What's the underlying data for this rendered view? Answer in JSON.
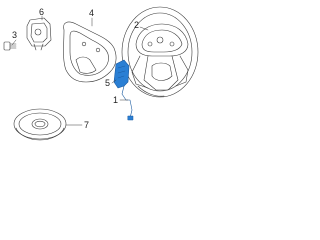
{
  "callouts": {
    "c1": "1",
    "c2": "2",
    "c3": "3",
    "c4": "4",
    "c5": "5",
    "c6": "6",
    "c7": "7"
  },
  "colors": {
    "line": "#3a3a3a",
    "highlight": "#2a7fd4",
    "highlight_stroke": "#1a5aa0"
  }
}
